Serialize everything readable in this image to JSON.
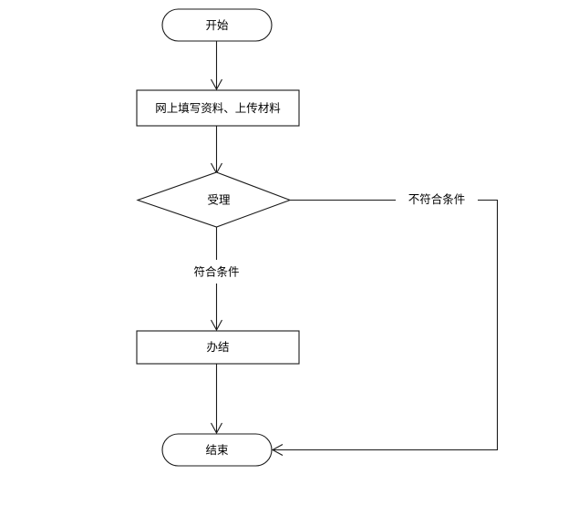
{
  "diagram": {
    "type": "flowchart",
    "orientation": "top-to-bottom",
    "background_color": "#ffffff",
    "line_color": "#1a1a1a",
    "text_color": "#000000",
    "nodes": [
      {
        "id": "start",
        "shape": "terminator",
        "label": "开始"
      },
      {
        "id": "submit",
        "shape": "process",
        "label": "网上填写资料、上传材料"
      },
      {
        "id": "accept",
        "shape": "decision",
        "label": "受理"
      },
      {
        "id": "finish",
        "shape": "process",
        "label": "办结"
      },
      {
        "id": "end",
        "shape": "terminator",
        "label": "结束"
      }
    ],
    "edges": [
      {
        "id": "e-start-submit",
        "from": "start",
        "to": "submit",
        "label": ""
      },
      {
        "id": "e-submit-accept",
        "from": "submit",
        "to": "accept",
        "label": ""
      },
      {
        "id": "e-accept-finish",
        "from": "accept",
        "to": "finish",
        "label": "符合条件"
      },
      {
        "id": "e-accept-end",
        "from": "accept",
        "to": "end",
        "label": "不符合条件"
      },
      {
        "id": "e-finish-end",
        "from": "finish",
        "to": "end",
        "label": ""
      }
    ]
  }
}
